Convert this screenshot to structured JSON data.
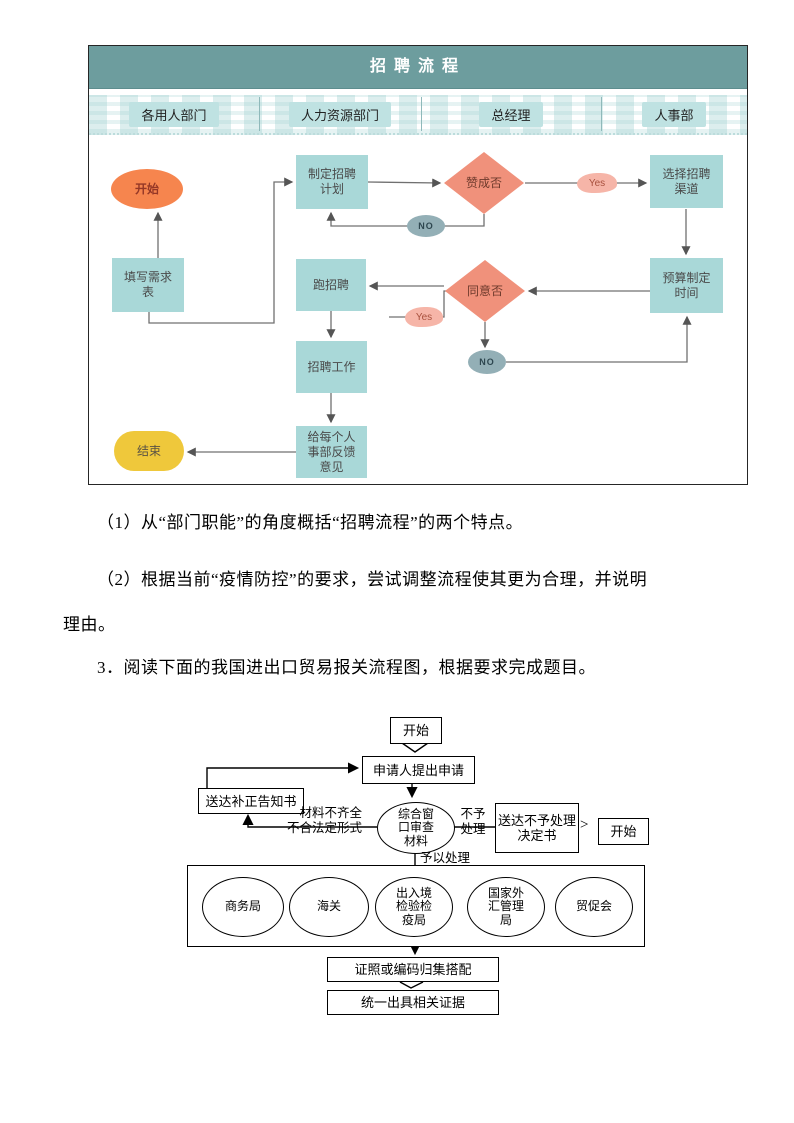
{
  "colors": {
    "banner": "#6d9d9e",
    "lane-chip": "#bfe2e2",
    "process": "#a9d8d8",
    "diamond": "#f0917b",
    "start": "#f6854e",
    "end": "#efc83b",
    "no-ellipse": "#93afb6",
    "yes-cloud": "#f6b5a8",
    "line": "#707070"
  },
  "recruitment": {
    "title": "招聘流程",
    "lanes": [
      "各用人部门",
      "人力资源部门",
      "总经理",
      "人事部"
    ],
    "nodes": {
      "start": "开始",
      "fill_form": [
        "填写需求",
        "表"
      ],
      "plan": [
        "制定招聘",
        "计划"
      ],
      "approve": "赞成否",
      "select": [
        "选择招聘",
        "渠道"
      ],
      "budget": [
        "预算制定",
        "时间"
      ],
      "agree": "同意否",
      "run": "跑招聘",
      "work": "招聘工作",
      "feedback": [
        "给每个人",
        "事部反馈",
        "意见"
      ],
      "end": "结束",
      "no_top": "NO",
      "no_bottom": "NO",
      "yes_top": "Yes",
      "yes_bottom": "Yes"
    }
  },
  "questions": {
    "q1": "（1）从“部门职能”的角度概括“招聘流程”的两个特点。",
    "q2_line1": "（2）根据当前“疫情防控”的要求，尝试调整流程使其更为合理，并说明",
    "q2_line2": "理由。",
    "q3": "3．阅读下面的我国进出口贸易报关流程图，根据要求完成题目。"
  },
  "customs": {
    "start_top": "开始",
    "apply": "申请人提出申请",
    "notice": "送达补正告知书",
    "review": [
      "综合窗",
      "口审查",
      "材料"
    ],
    "incomplete_label": [
      "材料不齐全",
      "不合法定形式"
    ],
    "reject_label": [
      "不予",
      "处理"
    ],
    "reject_doc": [
      "送达不予处理",
      "决定书"
    ],
    "gt": ">",
    "start_right": "开始",
    "accept_label": "予以处理",
    "agencies": [
      [
        "商务局"
      ],
      [
        "海关"
      ],
      [
        "出入境",
        "检验检",
        "疫局"
      ],
      [
        "国家外",
        "汇管理",
        "局"
      ],
      [
        "贸促会"
      ]
    ],
    "collect": "证照或编码归集搭配",
    "issue": "统一出具相关证据"
  }
}
